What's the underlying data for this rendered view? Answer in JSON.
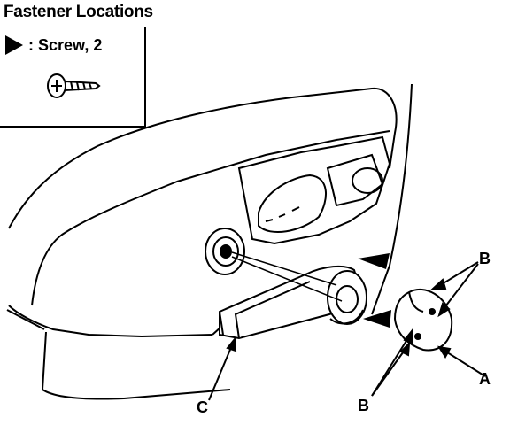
{
  "title": "Fastener Locations",
  "legend": {
    "symbol": "arrowhead-icon",
    "text": ": Screw, 2"
  },
  "callouts": {
    "a": "A",
    "b_upper": "B",
    "b_lower": "B",
    "c": "C"
  }
}
